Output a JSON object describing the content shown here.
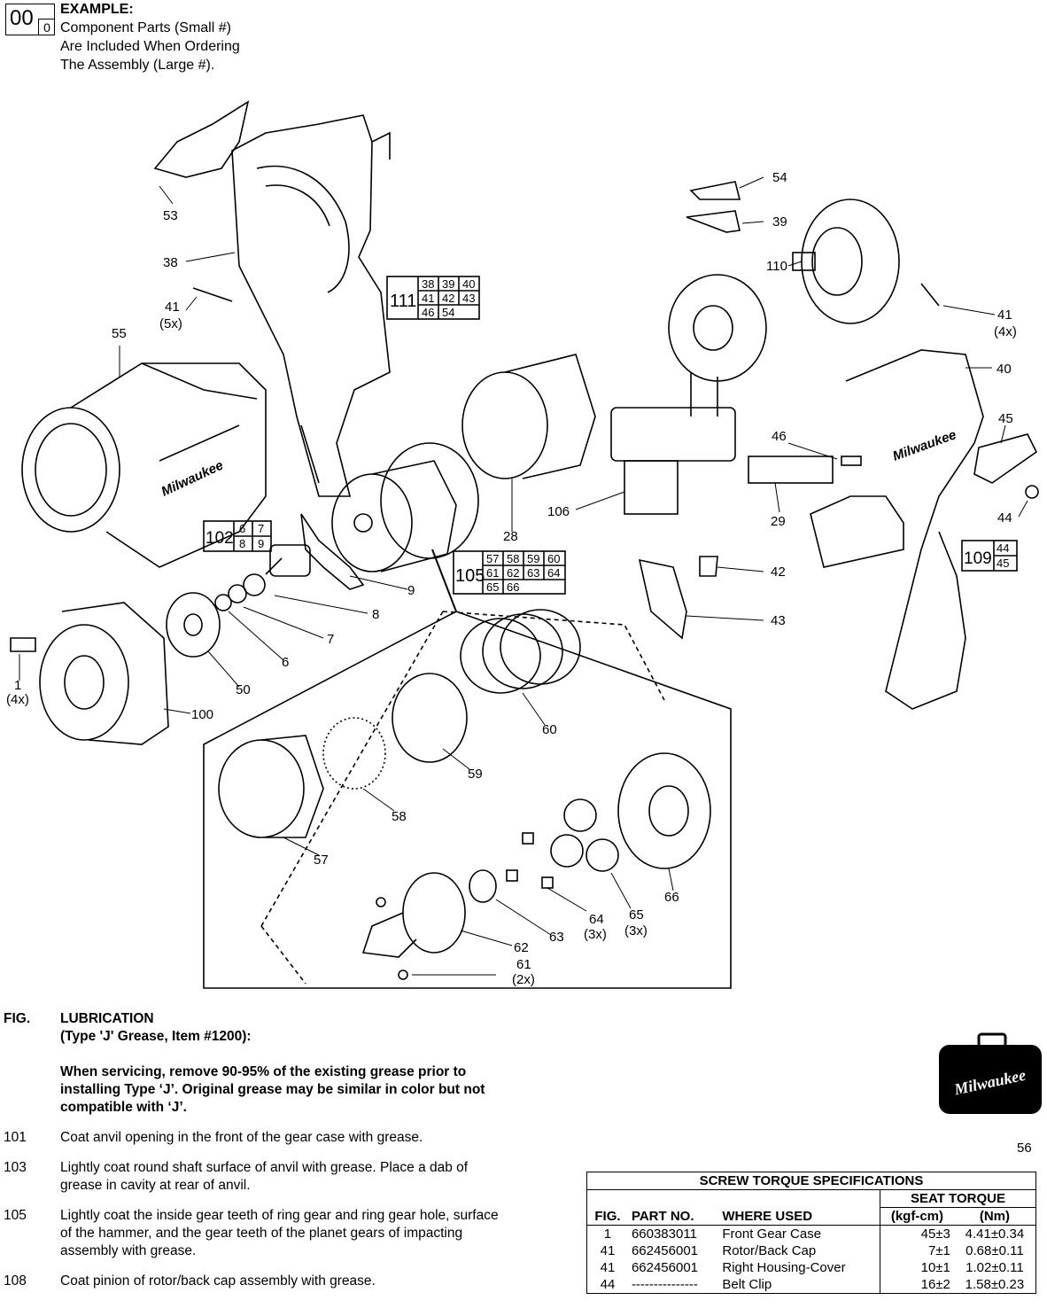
{
  "example": {
    "big_number": "00",
    "small_number": "0",
    "title": "EXAMPLE:",
    "lines": [
      "Component Parts (Small #)",
      "Are Included When Ordering",
      "The Assembly (Large #)."
    ]
  },
  "callouts": [
    {
      "id": "c53",
      "text": "53"
    },
    {
      "id": "c38",
      "text": "38"
    },
    {
      "id": "c41a",
      "text": "41"
    },
    {
      "id": "c41a_q",
      "text": "(5x)"
    },
    {
      "id": "c55",
      "text": "55"
    },
    {
      "id": "c54",
      "text": "54"
    },
    {
      "id": "c39",
      "text": "39"
    },
    {
      "id": "c110",
      "text": "110"
    },
    {
      "id": "c41b",
      "text": "41"
    },
    {
      "id": "c41b_q",
      "text": "(4x)"
    },
    {
      "id": "c40",
      "text": "40"
    },
    {
      "id": "c45",
      "text": "45"
    },
    {
      "id": "c46",
      "text": "46"
    },
    {
      "id": "c29",
      "text": "29"
    },
    {
      "id": "c44",
      "text": "44"
    },
    {
      "id": "c106",
      "text": "106"
    },
    {
      "id": "c28",
      "text": "28"
    },
    {
      "id": "c9",
      "text": "9"
    },
    {
      "id": "c8",
      "text": "8"
    },
    {
      "id": "c7",
      "text": "7"
    },
    {
      "id": "c6",
      "text": "6"
    },
    {
      "id": "c50",
      "text": "50"
    },
    {
      "id": "c100",
      "text": "100"
    },
    {
      "id": "c1",
      "text": "1"
    },
    {
      "id": "c1_q",
      "text": "(4x)"
    },
    {
      "id": "c42",
      "text": "42"
    },
    {
      "id": "c43",
      "text": "43"
    },
    {
      "id": "c60",
      "text": "60"
    },
    {
      "id": "c59",
      "text": "59"
    },
    {
      "id": "c58",
      "text": "58"
    },
    {
      "id": "c57",
      "text": "57"
    },
    {
      "id": "c66",
      "text": "66"
    },
    {
      "id": "c65",
      "text": "65"
    },
    {
      "id": "c65_q",
      "text": "(3x)"
    },
    {
      "id": "c64",
      "text": "64"
    },
    {
      "id": "c64_q",
      "text": "(3x)"
    },
    {
      "id": "c63",
      "text": "63"
    },
    {
      "id": "c62",
      "text": "62"
    },
    {
      "id": "c61",
      "text": "61"
    },
    {
      "id": "c61_q",
      "text": "(2x)"
    },
    {
      "id": "c56",
      "text": "56"
    }
  ],
  "assemblies": [
    {
      "id": "a111",
      "number": "111",
      "parts": [
        "38",
        "39",
        "40",
        "41",
        "42",
        "43",
        "46",
        "54"
      ]
    },
    {
      "id": "a102",
      "number": "102",
      "parts": [
        "6",
        "7",
        "8",
        "9"
      ]
    },
    {
      "id": "a105",
      "number": "105",
      "parts": [
        "57",
        "58",
        "59",
        "60",
        "61",
        "62",
        "63",
        "64",
        "65",
        "66"
      ]
    },
    {
      "id": "a109",
      "number": "109",
      "parts": [
        "44",
        "45"
      ]
    }
  ],
  "brand": "Milwaukee",
  "lubrication": {
    "fig_header": "FIG.",
    "title": "LUBRICATION",
    "subtitle": "(Type 'J' Grease, Item #1200):",
    "warning": "When servicing, remove 90-95% of the existing grease prior to installing Type ‘J’. Original grease may be similar in color but not compatible with ‘J’.",
    "items": [
      {
        "fig": "101",
        "text": "Coat anvil opening in the front of the gear case with grease."
      },
      {
        "fig": "103",
        "text": "Lightly coat round shaft surface of anvil with grease.  Place a dab of grease in cavity at rear of anvil."
      },
      {
        "fig": "105",
        "text": "Lightly coat the inside gear teeth of ring gear and ring gear hole, surface of the hammer, and the gear teeth of the planet gears of impacting assembly with grease."
      },
      {
        "fig": "108",
        "text": "Coat pinion of rotor/back cap assembly with grease."
      }
    ]
  },
  "torque": {
    "title": "SCREW TORQUE SPECIFICATIONS",
    "seat_header": "SEAT TORQUE",
    "headers": [
      "FIG.",
      "PART NO.",
      "WHERE USED",
      "(kgf-cm)",
      "(Nm)"
    ],
    "rows": [
      [
        "1",
        "660383011",
        "Front Gear Case",
        "45±3",
        "4.41±0.34"
      ],
      [
        "41",
        "662456001",
        "Rotor/Back Cap",
        "7±1",
        "0.68±0.11"
      ],
      [
        "41",
        "662456001",
        "Right Housing-Cover",
        "10±1",
        "1.02±0.11"
      ],
      [
        "44",
        "---------------",
        "Belt Clip",
        "16±2",
        "1.58±0.23"
      ]
    ]
  }
}
